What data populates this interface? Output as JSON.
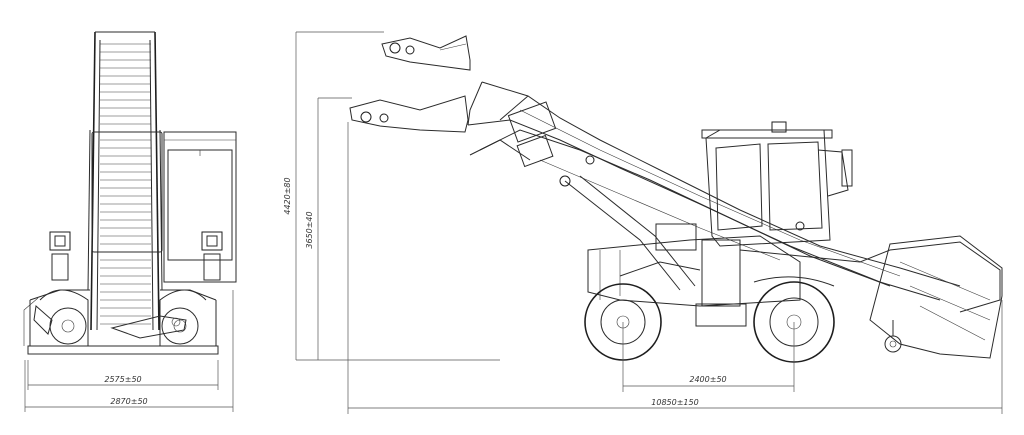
{
  "dimensions": {
    "track_width": "2575±50",
    "overall_width": "2870±50",
    "wheelbase": "2400±50",
    "overall_length": "10850±150",
    "height_raised": "4420±80",
    "height_lowered": "3650±40"
  }
}
